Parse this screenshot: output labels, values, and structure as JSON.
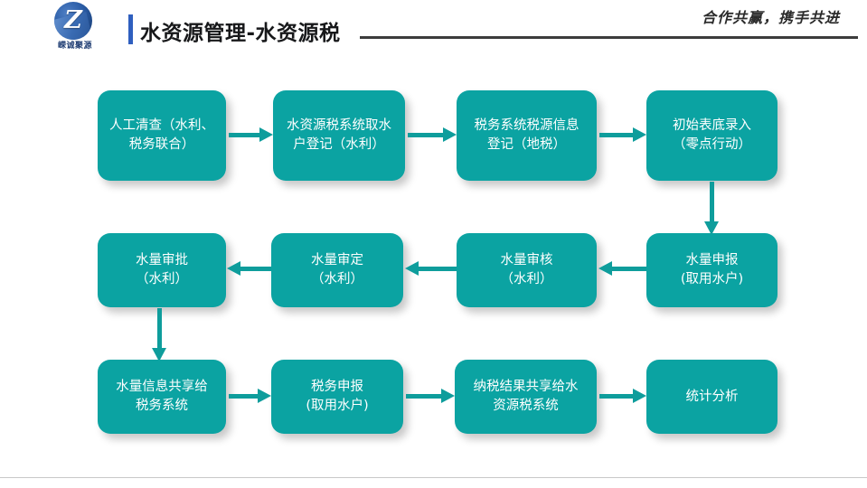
{
  "header": {
    "logo": {
      "mark_letter": "Z",
      "company_name": "嵘诚聚源",
      "icon_name": "company-logo-icon"
    },
    "title": "水资源管理-水资源税",
    "slogan": "合作共赢，携手共进"
  },
  "accent_colors": {
    "node_fill": "#0ba3a2",
    "arrow": "#0e9d9c",
    "title_bar": "#2f5fbf",
    "title_text": "#17181a",
    "logo_blue": "#2c5ea8"
  },
  "flow": {
    "rows": [
      {
        "direction": "left-to-right",
        "nodes": [
          {
            "id": "n1",
            "label": "人工清查（水利、\n税务联合）"
          },
          {
            "id": "n2",
            "label": "水资源税系统取水\n户登记（水利）"
          },
          {
            "id": "n3",
            "label": "税务系统税源信息\n登记（地税）"
          },
          {
            "id": "n4",
            "label": "初始表底录入\n（零点行动）"
          }
        ]
      },
      {
        "direction": "right-to-left",
        "nodes": [
          {
            "id": "n8",
            "label": "水量审批\n（水利）"
          },
          {
            "id": "n7",
            "label": "水量审定\n（水利）"
          },
          {
            "id": "n6",
            "label": "水量审核\n（水利）"
          },
          {
            "id": "n5",
            "label": "水量申报\n(取用水户)"
          }
        ]
      },
      {
        "direction": "left-to-right",
        "nodes": [
          {
            "id": "n9",
            "label": "水量信息共享给\n税务系统"
          },
          {
            "id": "n10",
            "label": "税务申报\n(取用水户)"
          },
          {
            "id": "n11",
            "label": "纳税结果共享给水\n资源税系统"
          },
          {
            "id": "n12",
            "label": "统计分析"
          }
        ]
      }
    ],
    "connectors": {
      "row1_to_row2": "初始表底录入 → 水量申报",
      "row2_to_row3": "水量审批 → 水量信息共享给税务系统"
    }
  }
}
